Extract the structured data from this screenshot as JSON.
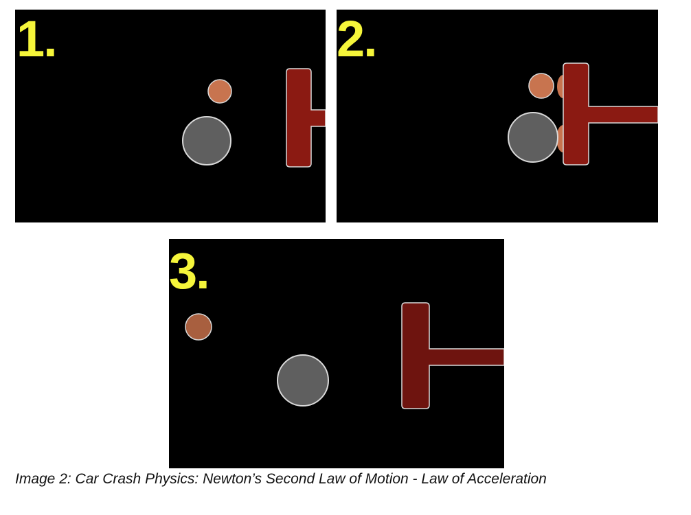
{
  "panels": [
    {
      "label": "1."
    },
    {
      "label": "2."
    },
    {
      "label": "3."
    }
  ],
  "caption": "Image 2: Car Crash Physics: Newton’s Second Law of Motion - Law of Acceleration",
  "colors": {
    "panel_background": "#000000",
    "number_label": "#f5f53a",
    "barrier_fill": "#8b1a12",
    "small_ball_fill": "#c8744f",
    "large_ball_fill": "#5f5f5f",
    "outline": "#d9d9d9"
  }
}
